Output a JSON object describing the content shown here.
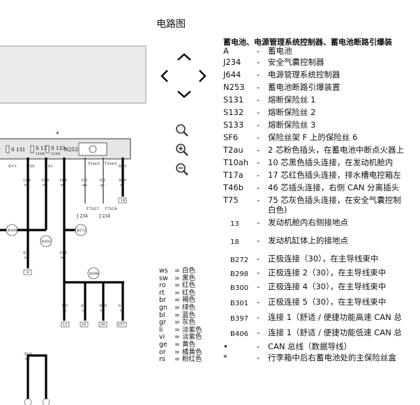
{
  "page": {
    "title": "电路图"
  },
  "legend": {
    "heading": "蓄电池、电源管理系统控制器、蓄电池断路引爆装",
    "items": [
      {
        "code": "A",
        "desc": "蓄电池"
      },
      {
        "code": "J234",
        "desc": "安全气囊控制器"
      },
      {
        "code": "J644",
        "desc": "电源管理系统控制器"
      },
      {
        "code": "N253",
        "desc": "蓄电池断路引爆装置"
      },
      {
        "code": "S131",
        "desc": "熔断保险丝 1"
      },
      {
        "code": "S132",
        "desc": "熔断保险丝 2"
      },
      {
        "code": "S133",
        "desc": "熔断保险丝 3"
      },
      {
        "code": "SF6",
        "desc": "保险丝架 F 上的保险丝 6"
      },
      {
        "code": "T2au",
        "desc": "2 芯粉色插头，在蓄电池中断点火器上"
      },
      {
        "code": "T10ah",
        "desc": "10 芯黑色插头连接，在发动机舱内"
      },
      {
        "code": "T17a",
        "desc": "17 芯红色插头连接，排水槽电控箱左"
      },
      {
        "code": "T46b",
        "desc": "46 芯插头连接，右侧 CAN 分离插头"
      },
      {
        "code": "T75",
        "desc": "75 芯灰色插头连接，在安全气囊控制"
      },
      {
        "code": "",
        "desc": "白色)"
      },
      {
        "code": "13",
        "desc": "发动机舱内右侧接地点"
      },
      {
        "code": "18",
        "desc": "发动机缸体上的接地点"
      },
      {
        "code": "B272",
        "desc": "正极连接（30），在主导线束中"
      },
      {
        "code": "B298",
        "desc": "正极连接 2（30），在主导线束中"
      },
      {
        "code": "B300",
        "desc": "正极连接 4（30），在主导线束中"
      },
      {
        "code": "B301",
        "desc": "正极连接 5（30），在主导线束中"
      },
      {
        "code": "B397",
        "desc": "连接 1（舒适 / 便捷功能高速 CAN 总"
      },
      {
        "code": "B406",
        "desc": "连接 1（舒适 / 便捷功能低速 CAN 总"
      },
      {
        "code": "•",
        "desc": "CAN 总线（数据导线）"
      },
      {
        "code": "*",
        "desc": "行李箱中后右蓄电池处的主保险丝盒"
      }
    ]
  },
  "wire_colors": [
    {
      "code": "ws",
      "name": "白色"
    },
    {
      "code": "sw",
      "name": "黑色"
    },
    {
      "code": "ro",
      "name": "红色"
    },
    {
      "code": "rt",
      "name": "红色"
    },
    {
      "code": "br",
      "name": "褐色"
    },
    {
      "code": "gn",
      "name": "绿色"
    },
    {
      "code": "bl",
      "name": "蓝色"
    },
    {
      "code": "gr",
      "name": "灰色"
    },
    {
      "code": "li",
      "name": "淡紫色"
    },
    {
      "code": "vi",
      "name": "淡紫色"
    },
    {
      "code": "ge",
      "name": "黄色"
    },
    {
      "code": "or",
      "name": "橘黄色"
    },
    {
      "code": "rs",
      "name": "粉红色"
    }
  ],
  "diagram": {
    "fuses": [
      "S 131",
      "S 132",
      "S 133",
      "N253"
    ],
    "fuse_ratings": [
      "110A",
      "110A"
    ],
    "pins": [
      "C1",
      "D1",
      "E1",
      "T2au/1",
      "T2au/2",
      "F1"
    ],
    "wires": [
      "12,0",
      "10,0",
      "16,0",
      "0,5",
      "0,5",
      "50,0",
      "4,0",
      "10,0",
      "0,5",
      "4,0",
      "10,0",
      "6,0",
      "35,0"
    ],
    "wire_colors_short": [
      "ro",
      "ro",
      "ro",
      "ws",
      "gr",
      "ro",
      "ro",
      "ro",
      "ro",
      "ro",
      "ro",
      "ro",
      "sw"
    ],
    "connectors": [
      "T75/27",
      "T75/28",
      "J 234",
      "J 234"
    ],
    "nodes": [
      "B300",
      "B301",
      "B272",
      "B298"
    ],
    "terminals": [
      "4",
      "13",
      "16",
      "29",
      "157",
      "18"
    ],
    "star": "*"
  },
  "colors": {
    "panel": "#e9e9e9",
    "line": "#000000"
  }
}
